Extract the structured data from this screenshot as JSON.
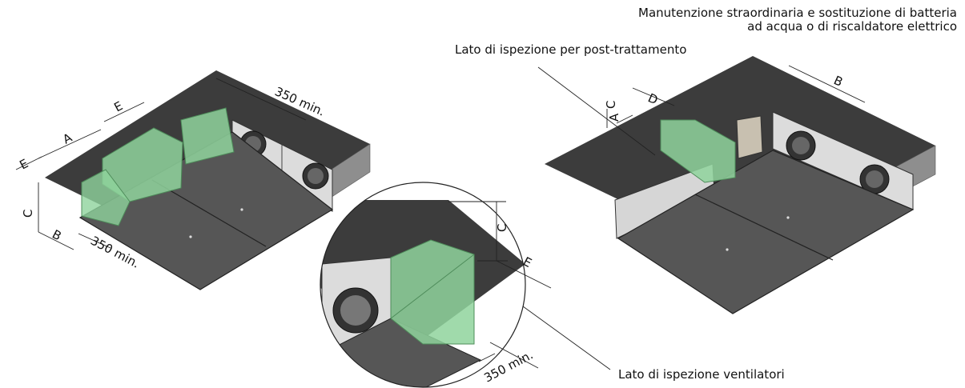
{
  "labels": {
    "maintenance_line1": "Manutenzione straordinaria e sostituzione di batteria",
    "maintenance_line2": "ad acqua o di riscaldatore elettrico",
    "post_treatment": "Lato di ispezione per post-trattamento",
    "fans": "Lato di ispezione ventilatori"
  },
  "dims": {
    "left_350_top": "350 min.",
    "left_350_bottom": "350 min.",
    "detail_350": "350 min.",
    "left_E_top": "E",
    "left_E_side": "E",
    "left_A": "A",
    "left_C": "C",
    "left_B": "B",
    "detail_C": "C",
    "detail_E": "E",
    "right_B": "B",
    "right_D": "D",
    "right_A": "A",
    "right_C": "C"
  },
  "colors": {
    "ceiling": "#3c3c3c",
    "ceiling_light": "#8e8e8e",
    "unit_body": "#5a5a5a",
    "unit_panel": "#e6e6e6",
    "clearance": "#8fd39c"
  }
}
